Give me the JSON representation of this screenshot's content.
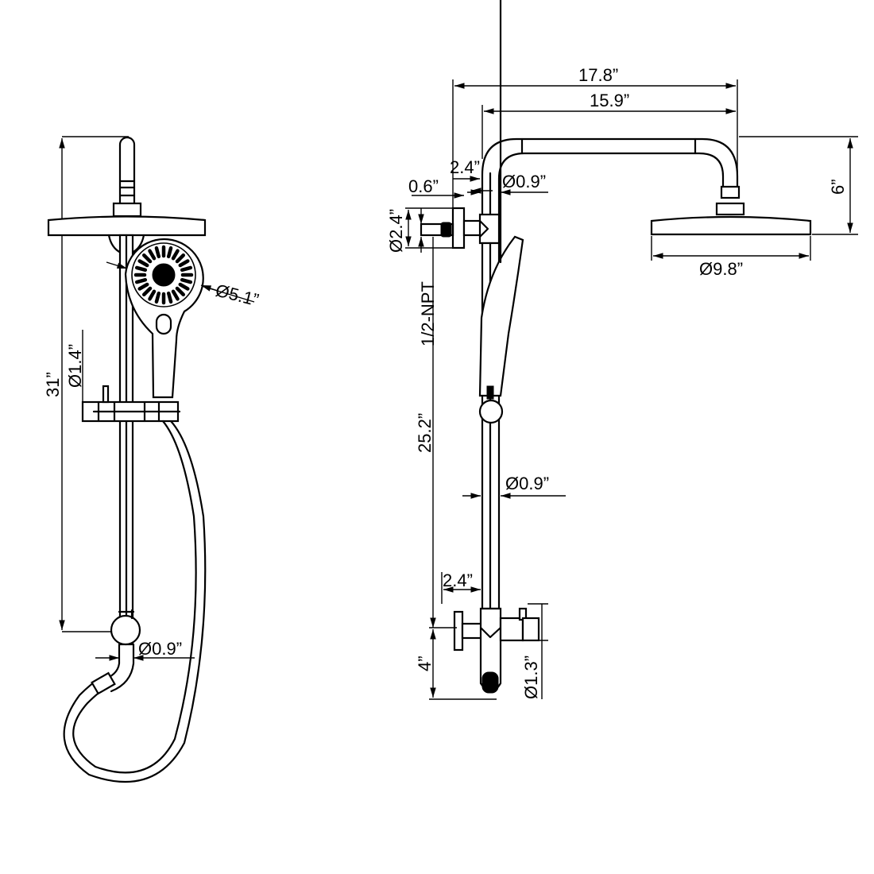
{
  "colors": {
    "line": "#000000",
    "background": "#ffffff"
  },
  "left_view": {
    "overall_height": "31”",
    "slider_diameter": "Ø1.4”",
    "handshower_diameter": "Ø5.1”",
    "outlet_diameter": "Ø0.9”"
  },
  "right_view": {
    "overall_reach": "17.8”",
    "arm_reach": "15.9”",
    "bracket_offset": "2.4”",
    "wall_gap": "0.6”",
    "arm_diameter": "Ø0.9”",
    "flange_diameter": "Ø2.4”",
    "inlet_thread": "1/2-NPT",
    "inlet_to_valve": "25.2”",
    "pipe_diameter": "Ø0.9”",
    "valve_offset": "2.4”",
    "valve_to_bottom": "4”",
    "valve_diameter": "Ø1.3”",
    "head_drop": "6”",
    "head_diameter": "Ø9.8”"
  }
}
